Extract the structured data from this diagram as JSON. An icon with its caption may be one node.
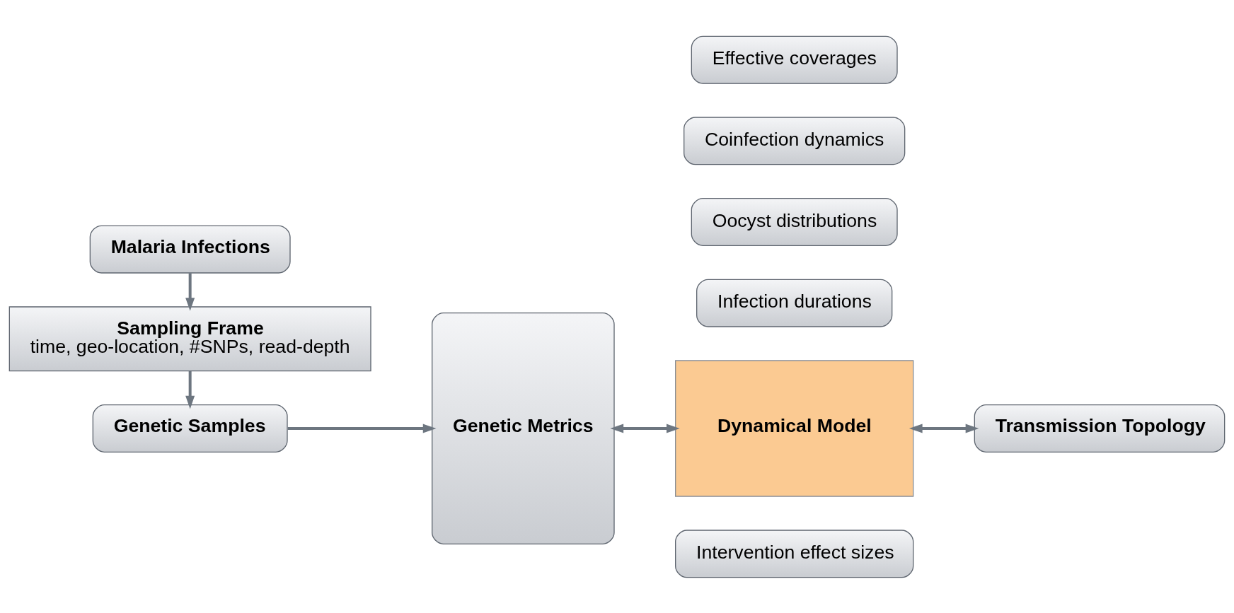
{
  "diagram": {
    "nodes": [
      {
        "text": [
          "Malaria Infections"
        ]
      },
      {
        "text": [
          "Sampling Frame",
          "time, geo-location, #SNPs, read-depth"
        ]
      },
      {
        "text": [
          "Genetic Samples"
        ]
      },
      {
        "text": [
          "Genetic Metrics"
        ]
      },
      {
        "text": [
          "Oocyst distributions"
        ]
      },
      {
        "text": [
          "Infection durations"
        ]
      },
      {
        "text": [
          "Coinfection dynamics"
        ]
      },
      {
        "text": [
          "Dynamical Model"
        ]
      },
      {
        "text": [
          "Transmission Topology"
        ]
      },
      {
        "text": [
          "Intervention effect sizes"
        ]
      },
      {
        "text": [
          "Effective coverages"
        ]
      }
    ],
    "edges": [
      {
        "from": 0,
        "to": 1,
        "arrow": "to"
      },
      {
        "from": 1,
        "to": 2,
        "arrow": "to"
      },
      {
        "from": 2,
        "to": 3,
        "arrow": "to"
      },
      {
        "from": 3,
        "to": 7,
        "arrow": "both"
      },
      {
        "from": 7,
        "to": 8,
        "arrow": "both"
      }
    ]
  }
}
